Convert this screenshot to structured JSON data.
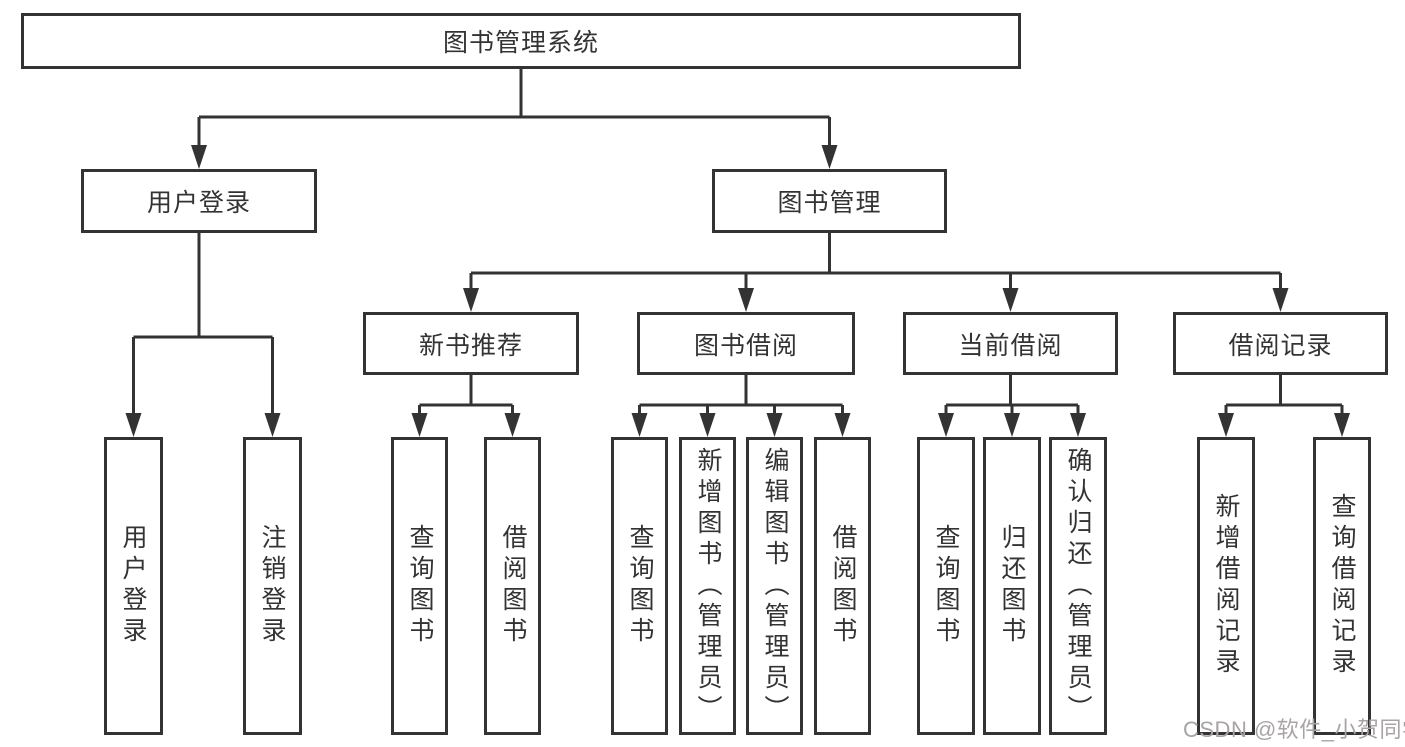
{
  "tree": {
    "label": "图书管理系统",
    "children": [
      {
        "label": "用户登录",
        "children": [
          {
            "label": "用户登录"
          },
          {
            "label": "注销登录"
          }
        ]
      },
      {
        "label": "图书管理",
        "children": [
          {
            "label": "新书推荐",
            "children": [
              {
                "label": "查询图书"
              },
              {
                "label": "借阅图书"
              }
            ]
          },
          {
            "label": "图书借阅",
            "children": [
              {
                "label": "查询图书"
              },
              {
                "label": "新增图书（管理员）"
              },
              {
                "label": "编辑图书（管理员）"
              },
              {
                "label": "借阅图书"
              }
            ]
          },
          {
            "label": "当前借阅",
            "children": [
              {
                "label": "查询图书"
              },
              {
                "label": "归还图书"
              },
              {
                "label": "确认归还（管理员）"
              }
            ]
          },
          {
            "label": "借阅记录",
            "children": [
              {
                "label": "新增借阅记录"
              },
              {
                "label": "查询借阅记录"
              }
            ]
          }
        ]
      }
    ]
  },
  "watermark": {
    "text": "CSDN @软件_小贺同学"
  },
  "colors": {
    "line": "#333333",
    "text": "#333333",
    "watermark": "#a8a4a4"
  }
}
